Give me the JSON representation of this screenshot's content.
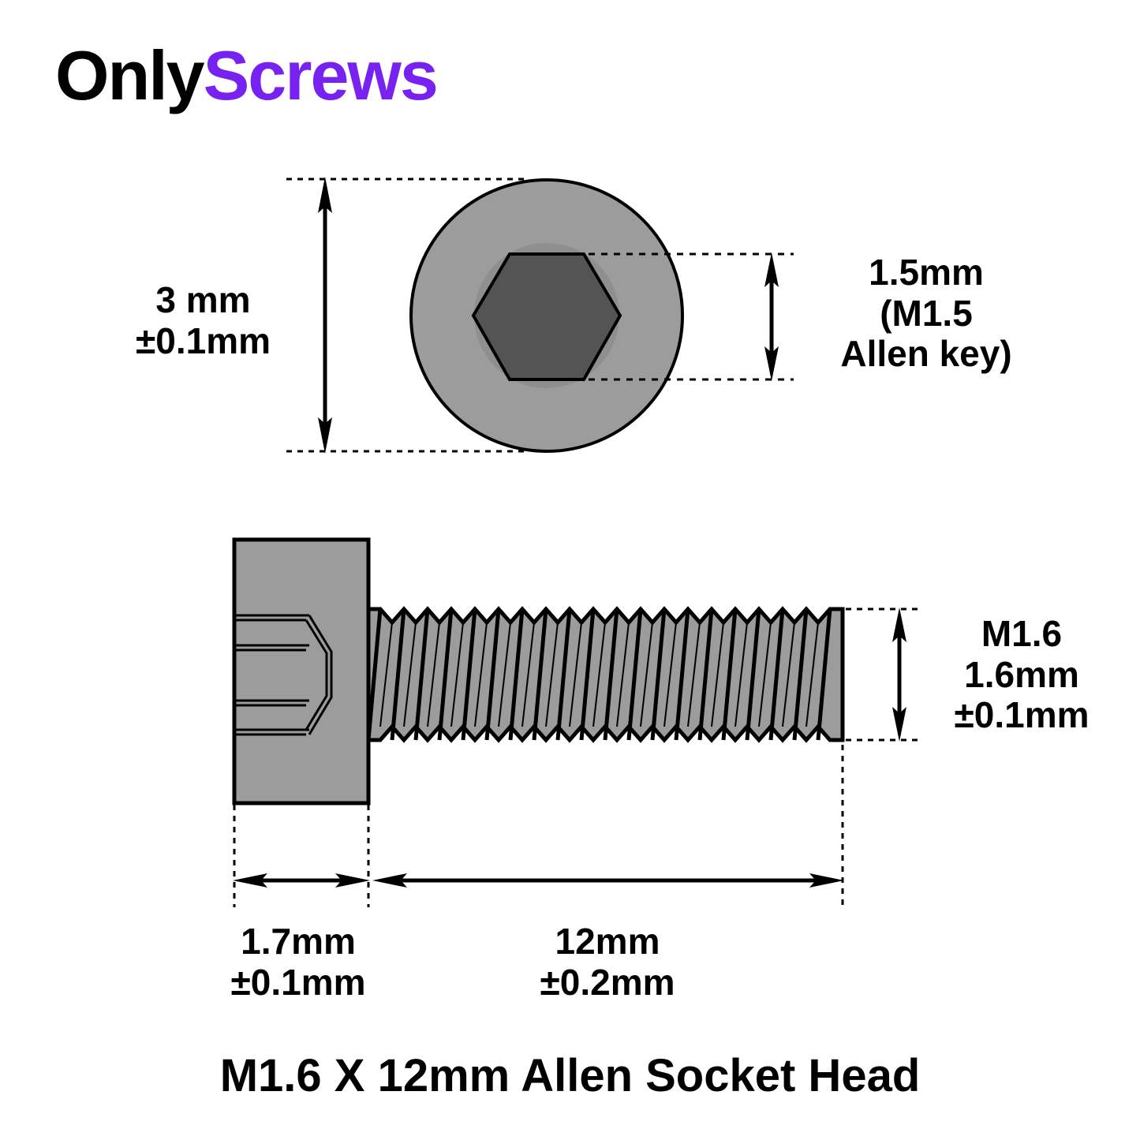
{
  "brand": {
    "logo_part1": "Only",
    "logo_part2": "Screws",
    "accent_color": "#7722F0",
    "text_color": "#000000"
  },
  "drawing": {
    "fill_body": "#9c9c9c",
    "fill_socket_ring": "#8f8f8f",
    "fill_hex": "#545454",
    "line_color": "#000000",
    "background": "#ffffff"
  },
  "annotations": {
    "head_height": {
      "line1": "3 mm",
      "line2": "±0.1mm",
      "value": 3,
      "tolerance": 0.1,
      "unit": "mm"
    },
    "hex_socket": {
      "line1": "1.5mm",
      "line2": "(M1.5",
      "line3": "Allen key)",
      "value": 1.5,
      "unit": "mm",
      "tool": "M1.5 Allen key"
    },
    "thread_diameter": {
      "line1": "M1.6",
      "line2": "1.6mm",
      "line3": "±0.1mm",
      "value": 1.6,
      "tolerance": 0.1,
      "unit": "mm",
      "designation": "M1.6"
    },
    "head_length": {
      "line1": "1.7mm",
      "line2": "±0.1mm",
      "value": 1.7,
      "tolerance": 0.1,
      "unit": "mm"
    },
    "thread_length": {
      "line1": "12mm",
      "line2": "±0.2mm",
      "value": 12,
      "tolerance": 0.2,
      "unit": "mm"
    }
  },
  "caption": {
    "text": "M1.6 X 12mm Allen Socket Head"
  }
}
